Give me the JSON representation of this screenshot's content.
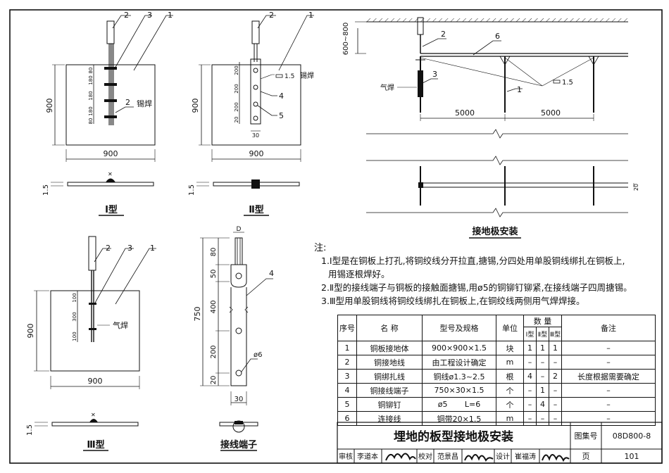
{
  "titles": {
    "type1": "Ⅰ型",
    "type2": "Ⅱ型",
    "type3": "Ⅲ型",
    "terminal": "接线端子",
    "install": "接地极安装"
  },
  "labels": {
    "weld_tin": "锡焊",
    "weld_gas": "气焊",
    "thickness": "1.5",
    "dia": "ø6",
    "d": "D",
    "depth": "600~800",
    "span": "5000",
    "w20": "20"
  },
  "dims": {
    "plate": "900",
    "t1_gaps": [
      "80",
      "180",
      "180",
      "180",
      "80"
    ],
    "t2_gaps": [
      "200",
      "200",
      "200",
      "20"
    ],
    "t2_width": "30",
    "t3_gaps": [
      "100",
      "300",
      "100"
    ],
    "term_gaps": [
      "80",
      "50",
      "400",
      "200",
      "20"
    ],
    "term_total": "750",
    "term_width": "30"
  },
  "callouts": [
    "1",
    "2",
    "3",
    "4",
    "5",
    "6"
  ],
  "notes": {
    "heading": "注:",
    "lines": [
      "1.Ⅰ型是在铜板上打孔,将铜绞线分开拉直,搪锡,分四处用单股铜线绑扎在铜板上,",
      "用锡逐根焊好。",
      "2.Ⅱ型的接线端子与铜板的接触面搪锡,用ø5的铜铆钉铆紧,在接线端子四周搪锡。",
      "3.Ⅲ型用单股铜线将铜绞线绑扎在铜板上,在铜绞线两侧用气焊焊接。"
    ]
  },
  "bom": {
    "headers": {
      "no": "序号",
      "name": "名 称",
      "spec": "型号及规格",
      "unit": "单位",
      "qty": "数 量",
      "q1": "Ⅰ型",
      "q2": "Ⅱ型",
      "q3": "Ⅲ型",
      "note": "备注"
    },
    "rows": [
      {
        "no": "1",
        "name": "铜板接地体",
        "spec": "900×900×1.5",
        "unit": "块",
        "q1": "1",
        "q2": "1",
        "q3": "1",
        "note": "–"
      },
      {
        "no": "2",
        "name": "铜接地线",
        "spec": "由工程设计确定",
        "unit": "m",
        "q1": "–",
        "q2": "–",
        "q3": "–",
        "note": "–"
      },
      {
        "no": "3",
        "name": "铜绑扎线",
        "spec": "铜线ø1.3~2.5",
        "unit": "根",
        "q1": "4",
        "q2": "–",
        "q3": "2",
        "note": "长度根据需要确定"
      },
      {
        "no": "4",
        "name": "铜接线端子",
        "spec": "750×30×1.5",
        "unit": "个",
        "q1": "–",
        "q2": "1",
        "q3": "–",
        "note": "–"
      },
      {
        "no": "5",
        "name": "铜铆钉",
        "spec": "ø5       L=6",
        "unit": "个",
        "q1": "–",
        "q2": "4",
        "q3": "–",
        "note": "–"
      },
      {
        "no": "6",
        "name": "连接线",
        "spec": "铜带20×1.5",
        "unit": "m",
        "q1": "–",
        "q2": "–",
        "q3": "–",
        "note": "–"
      }
    ]
  },
  "title_block": {
    "title": "埋地的板型接地极安装",
    "atlas_label": "图集号",
    "atlas_no": "08D800-8",
    "page_label": "页",
    "page_no": "101",
    "review_label": "审核",
    "reviewer": "李道本",
    "check_label": "校对",
    "checker": "范景昌",
    "design_label": "设计",
    "designer": "崔福涛"
  }
}
